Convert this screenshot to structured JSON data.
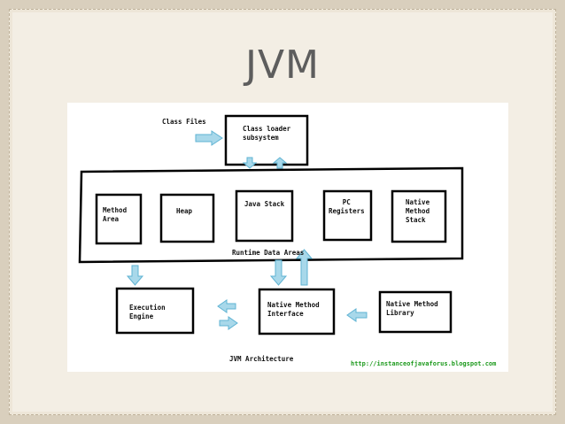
{
  "slide": {
    "title": "JVM"
  },
  "diagram": {
    "class_files_label": "Class Files",
    "class_loader": "Class loader\nsubsystem",
    "runtime_boxes": {
      "method_area": "Method\nArea",
      "heap": "Heap",
      "java_stack": "Java Stack",
      "pc_registers": "PC\nRegisters",
      "native_method_stack": "Native\nMethod\nStack"
    },
    "runtime_data_areas_label": "Runtime Data Areas",
    "execution_engine": "Execution\nEngine",
    "native_method_interface": "Native Method\nInterface",
    "native_method_library": "Native Method\nLibrary",
    "caption": "JVM Architecture",
    "source_url": "http://instanceofjavaforus.blogspot.com",
    "colors": {
      "arrow": "#a8d8ea",
      "arrow_stroke": "#5fb3d3",
      "box_stroke": "#000000",
      "url_color": "#1d9a1d"
    }
  }
}
